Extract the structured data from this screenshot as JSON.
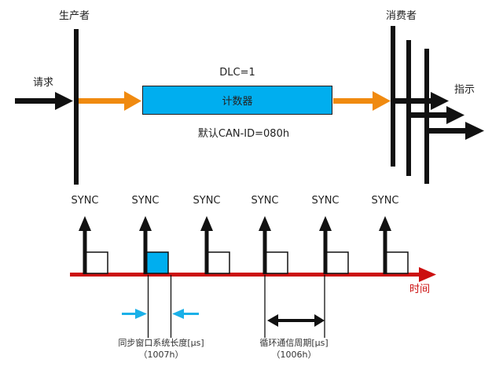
{
  "producer": {
    "label": "生产者"
  },
  "consumer": {
    "label": "消费者"
  },
  "request": {
    "label": "请求"
  },
  "indication": {
    "label": "指示"
  },
  "counter": {
    "label": "计数器",
    "dlc_label": "DLC=1",
    "can_id_label": "默认CAN-ID=080h"
  },
  "timeline": {
    "axis_label": "时间",
    "sync_labels": [
      "SYNC",
      "SYNC",
      "SYNC",
      "SYNC",
      "SYNC",
      "SYNC"
    ],
    "sync_window": {
      "label": "同步窗口系统长度[μs]",
      "index": "（1007h）"
    },
    "cycle_period": {
      "label": "循环通信周期[μs]",
      "index": "（1006h）"
    }
  },
  "colors": {
    "counter_fill": "#00aeef",
    "flow_arrow": "#f08a10",
    "timeline": "#cc1010",
    "window_arrow": "#1ab0e8",
    "bar": "#111111"
  }
}
